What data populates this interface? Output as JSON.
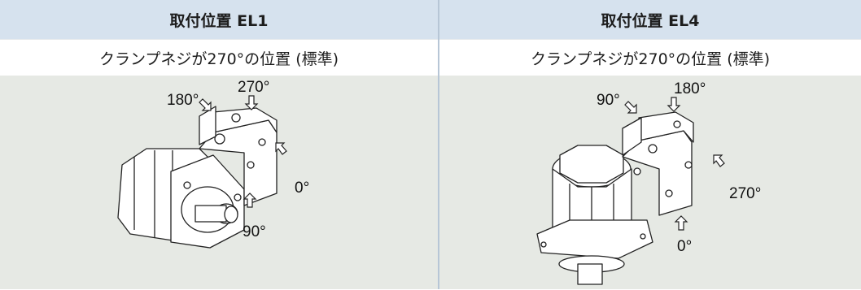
{
  "columns": [
    {
      "title": "取付位置 EL1",
      "subtitle": "クランプネジが270°の位置 (標準)",
      "angles": {
        "top": "270°",
        "left": "180°",
        "right": "0°",
        "bottom": "90°"
      }
    },
    {
      "title": "取付位置 EL4",
      "subtitle": "クランプネジが270°の位置 (標準)",
      "angles": {
        "top": "180°",
        "left": "90°",
        "right": "270°",
        "bottom": "0°"
      }
    }
  ],
  "colors": {
    "header_bg": "#d6e2ee",
    "image_bg": "#e6e9e4",
    "divider": "#b7c6d6"
  }
}
